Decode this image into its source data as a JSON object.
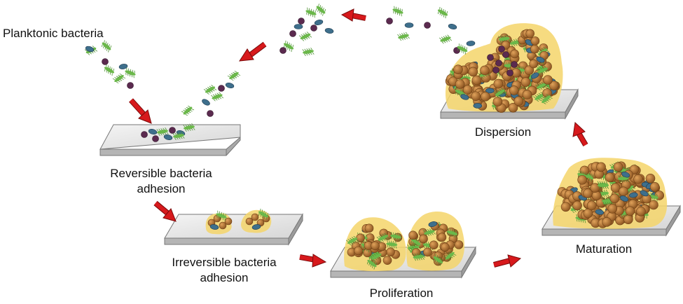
{
  "labels": {
    "planktonic": "Planktonic bacteria",
    "reversible_line1": "Reversible bacteria",
    "reversible_line2": "adhesion",
    "irreversible_line1": "Irreversible bacteria",
    "irreversible_line2": "adhesion",
    "proliferation": "Proliferation",
    "maturation": "Maturation",
    "dispersion": "Dispersion"
  },
  "colors": {
    "arrow": "#d7191c",
    "biofilm_matrix": "#f4d56a",
    "cell_brown": "#b0722d",
    "cell_green": "#6bb84a",
    "cell_purple": "#5b2a4f",
    "cell_blue": "#3e6f8c",
    "slab_top": "#e6e6e6",
    "slab_side": "#a9a9a9"
  }
}
